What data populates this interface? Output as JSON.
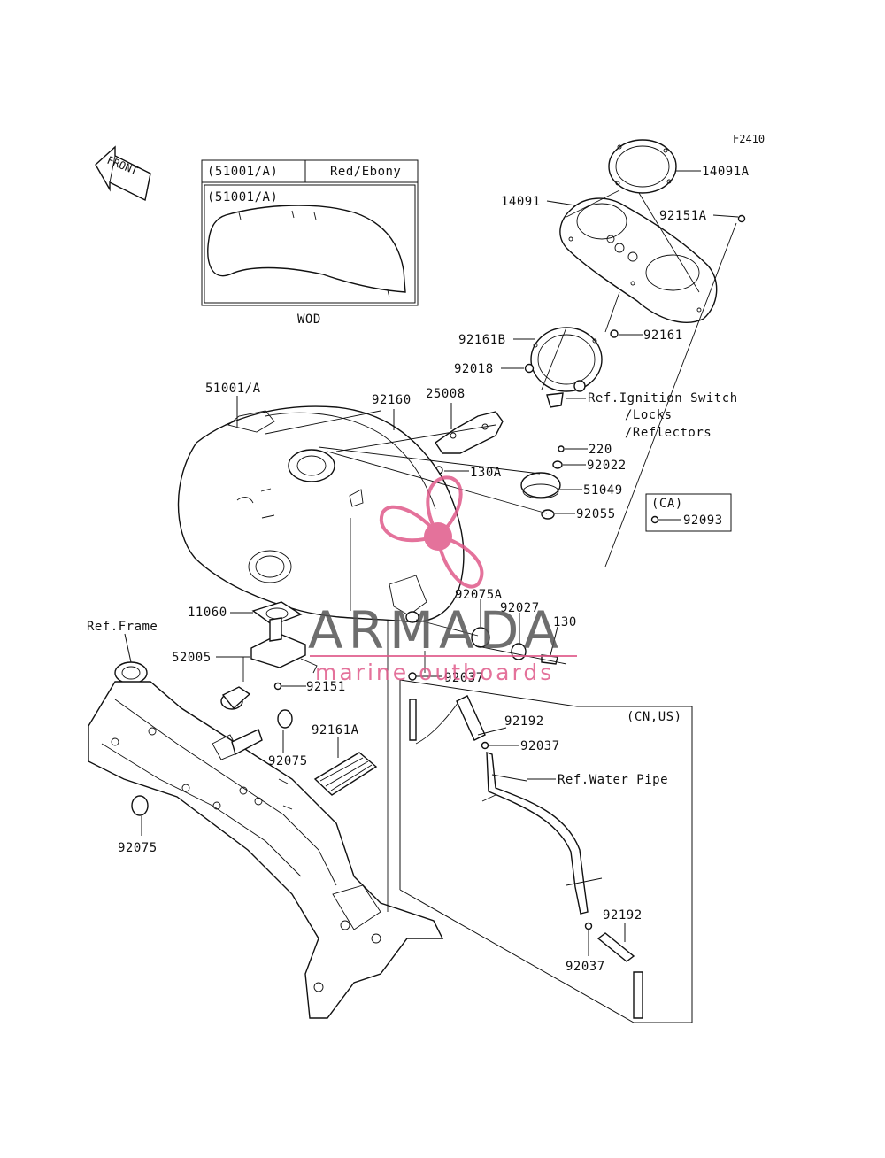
{
  "diagram_code": "F2410",
  "front_label": "FRONT",
  "inset": {
    "header_code": "(51001/A)",
    "header_color": "Red/Ebony",
    "inner_code": "(51001/A)",
    "caption": "WOD"
  },
  "ca_box": {
    "label": "(CA)",
    "part": "92093"
  },
  "cn_us_box": {
    "label": "(CN,US)"
  },
  "labels": {
    "p14091A": "14091A",
    "p14091": "14091",
    "p92151A": "92151A",
    "p92161": "92161",
    "p92161B": "92161B",
    "p92018": "92018",
    "ref_ignition_1": "Ref.Ignition Switch",
    "ref_ignition_2": "/Locks",
    "ref_ignition_3": "/Reflectors",
    "p51001A": "51001/A",
    "p92160": "92160",
    "p25008": "25008",
    "p130A": "130A",
    "p220": "220",
    "p92022": "92022",
    "p51049": "51049",
    "p92055": "92055",
    "p11060": "11060",
    "ref_frame": "Ref.Frame",
    "p52005": "52005",
    "p92151": "92151",
    "p92075A": "92075A",
    "p92027": "92027",
    "p130": "130",
    "p92037_a": "92037",
    "p92192_a": "92192",
    "p92037_b": "92037",
    "ref_water_pipe": "Ref.Water Pipe",
    "p92161A": "92161A",
    "p92075_a": "92075",
    "p92075_b": "92075",
    "p92192_b": "92192",
    "p92037_c": "92037"
  },
  "watermark": {
    "brand": "ARMADA",
    "tagline": "marine outboards",
    "text_color": "#555555",
    "accent_color": "#e05a8a"
  }
}
